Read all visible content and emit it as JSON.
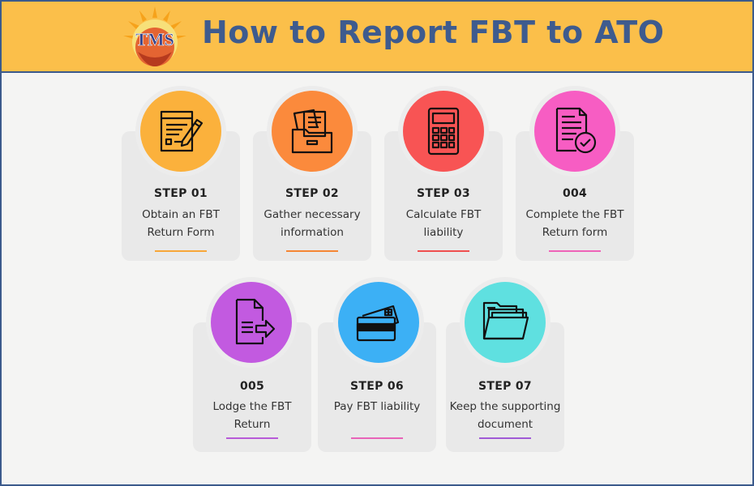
{
  "header": {
    "logo_text": "TMS",
    "title": "How to Report FBT to ATO"
  },
  "steps": [
    {
      "label": "STEP 01",
      "line1": "Obtain an FBT",
      "line2": "Return Form",
      "color": "#fbb13c",
      "underline": "#f7a638",
      "icon": "form-edit-icon"
    },
    {
      "label": "STEP 02",
      "line1": "Gather necessary",
      "line2": "information",
      "color": "#fb8a3c",
      "underline": "#f58634",
      "icon": "folder-documents-icon"
    },
    {
      "label": "STEP 03",
      "line1": "Calculate FBT",
      "line2": "liability",
      "color": "#f85454",
      "underline": "#ef4f4f",
      "icon": "calculator-icon"
    },
    {
      "label": "004",
      "line1": "Complete the FBT",
      "line2": "Return form",
      "color": "#f75dc3",
      "underline": "#ee63b8",
      "icon": "document-check-icon"
    },
    {
      "label": "005",
      "line1": "Lodge the FBT",
      "line2": "Return",
      "color": "#c25ae0",
      "underline": "#b75bd8",
      "icon": "document-send-icon"
    },
    {
      "label": "STEP 06",
      "line1": "Pay FBT liability",
      "line2": "",
      "color": "#3cb0f5",
      "underline": "#e864b8",
      "icon": "credit-card-icon"
    },
    {
      "label": "STEP 07",
      "line1": "Keep the supporting",
      "line2": "document",
      "color": "#5fe0e0",
      "underline": "#a05ad6",
      "icon": "folder-files-icon"
    }
  ]
}
